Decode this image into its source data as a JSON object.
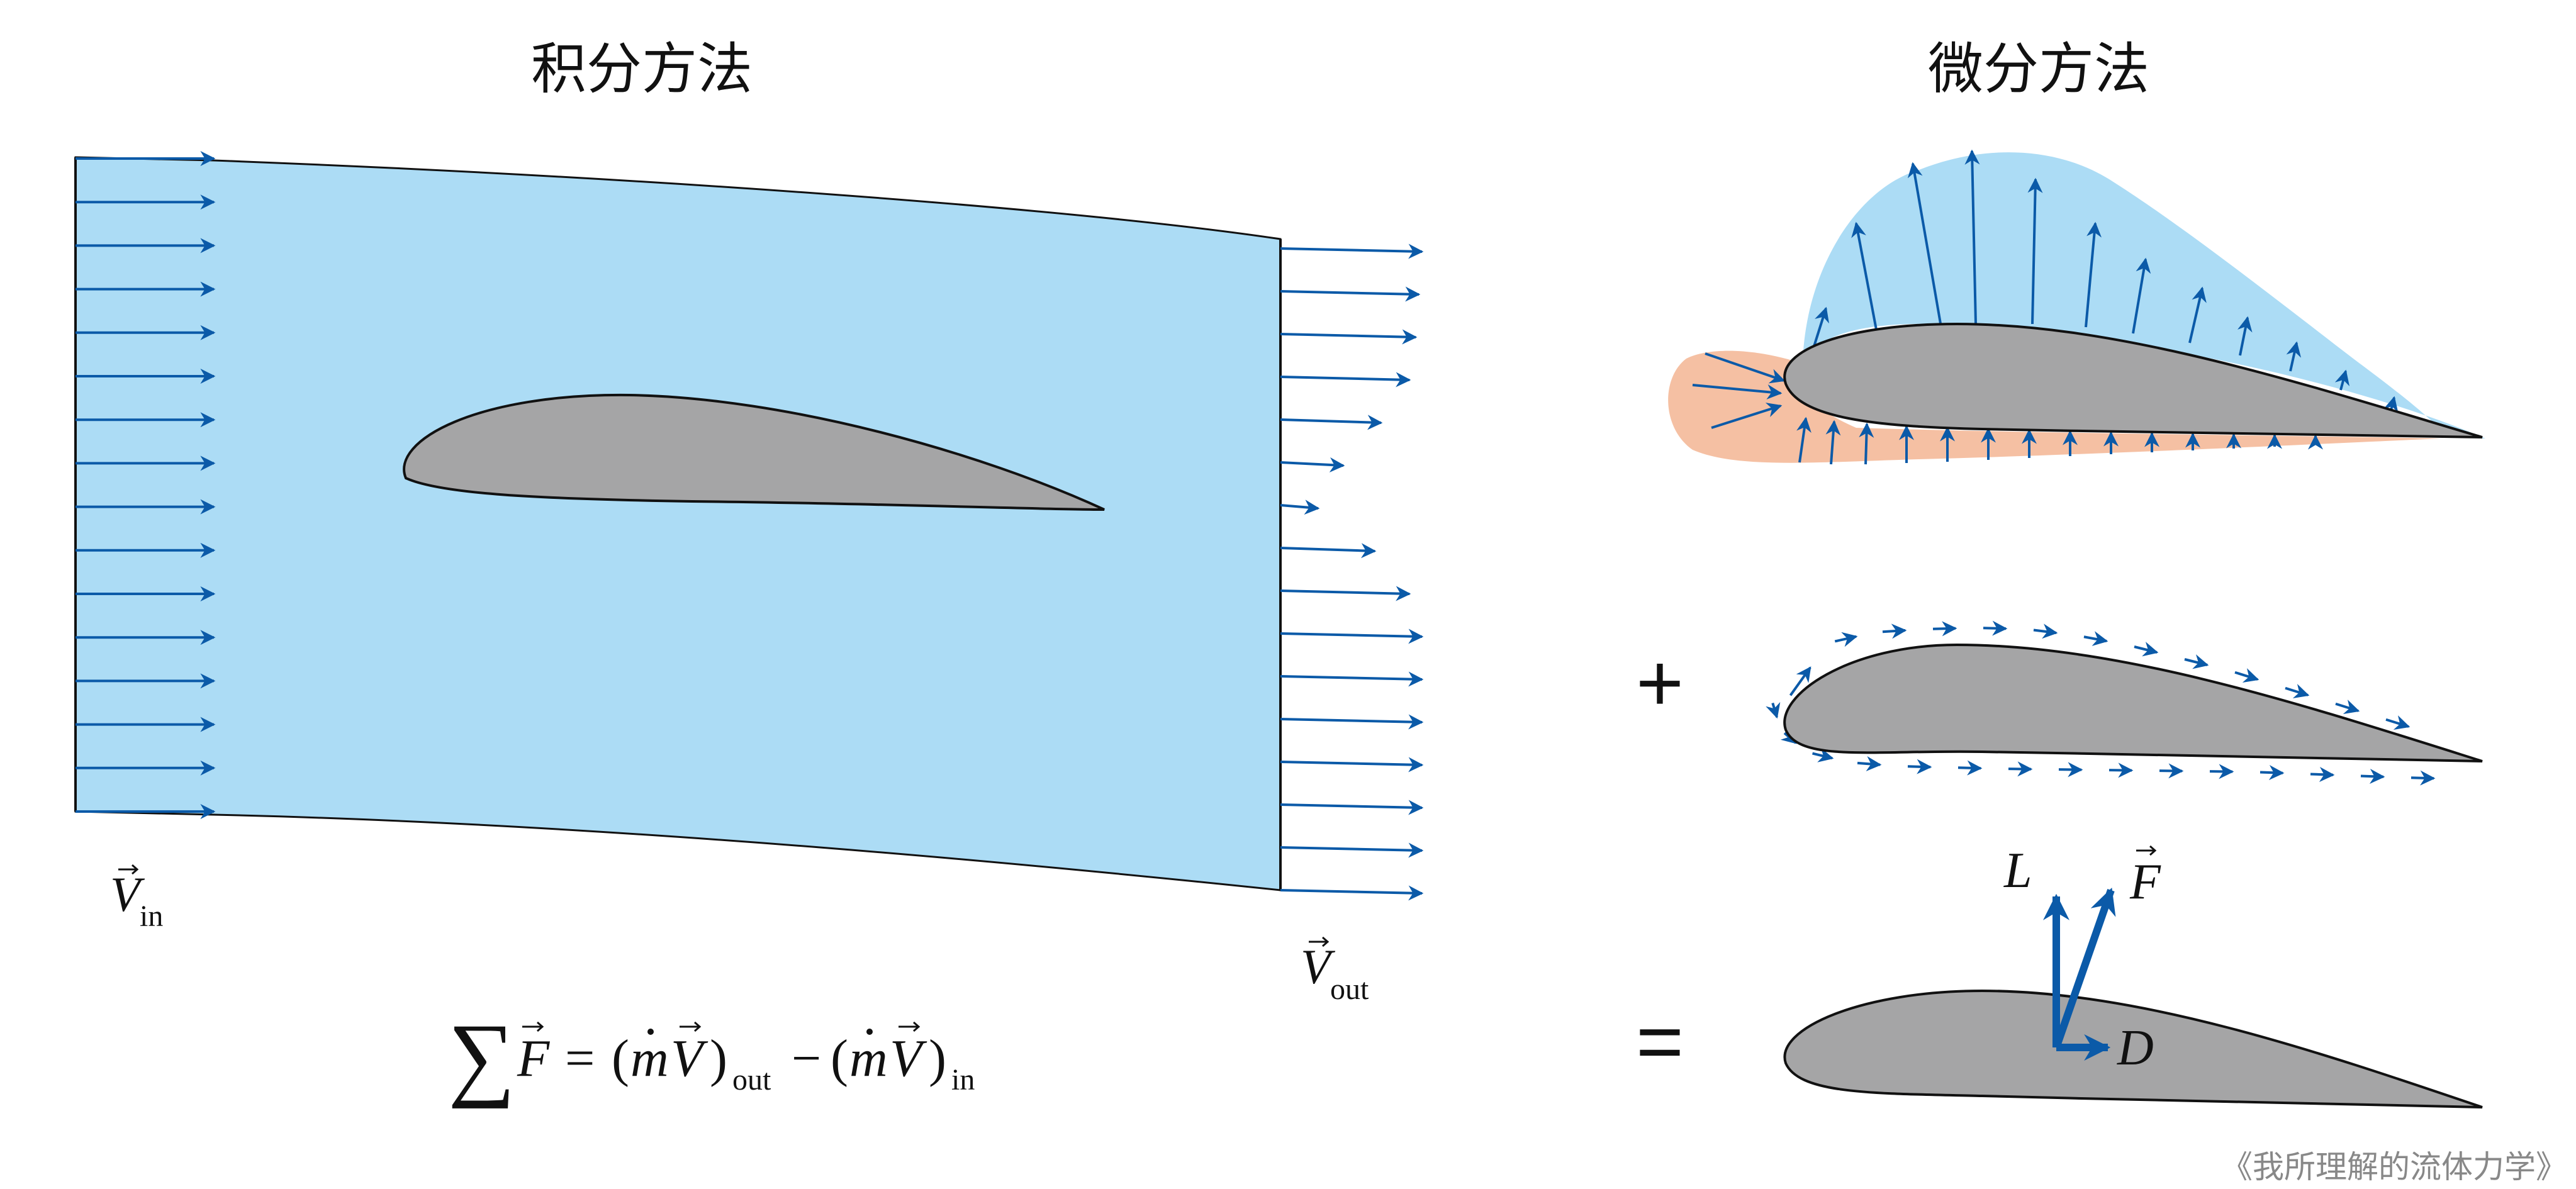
{
  "titles": {
    "left": "积分方法",
    "right": "微分方法"
  },
  "labels": {
    "v_in": "V",
    "v_in_sub": "in",
    "v_out": "V",
    "v_out_sub": "out",
    "lift": "L",
    "force": "F",
    "drag": "D",
    "plus": "+",
    "equals": "="
  },
  "equation": {
    "sum": "∑",
    "f": "F",
    "eq": "=",
    "lp": "(",
    "m": "m",
    "v": "V",
    "rp": ")",
    "out": "out",
    "minus": "−",
    "in": "in"
  },
  "watermark": "《我所理解的流体力学》",
  "colors": {
    "control_volume": "#acdcf5",
    "suction_region": "#acdcf5",
    "pressure_region": "#f5c0a3",
    "arrow": "#0b5aa8",
    "airfoil_fill": "#a5a5a6",
    "outline": "#111111"
  },
  "icons": {
    "vector_arrow": "right-arrow-icon"
  }
}
